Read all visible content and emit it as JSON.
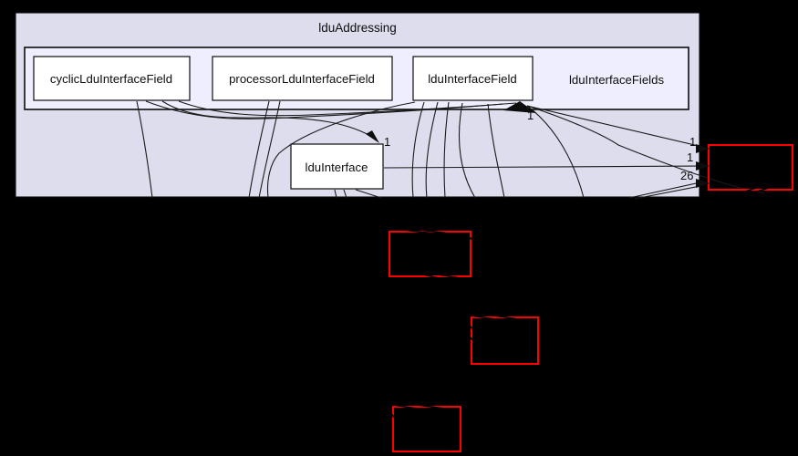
{
  "graph": {
    "outer_cluster": {
      "label": "lduAddressing"
    },
    "inner_cluster": {
      "label": "lduInterfaceFields"
    },
    "nodes": {
      "cyclic": {
        "label": "cyclicLduInterfaceField"
      },
      "processor": {
        "label": "processorLduInterfaceField"
      },
      "ldu_interface_field": {
        "label": "lduInterfaceField"
      },
      "ldu_interface": {
        "label": "lduInterface"
      }
    },
    "edge_labels": {
      "into_ldu_interface": "1",
      "into_ldu_interface_field": "1",
      "right_top": "1",
      "right_middle": "1",
      "right_bottom": "26"
    },
    "colors": {
      "background": "#000000",
      "outer_cluster_fill": "#ddddee",
      "inner_cluster_fill": "#eeeeff",
      "node_fill": "#ffffff",
      "node_border": "#0d0d0d",
      "external_node_border": "#ff0000",
      "edge": "#1a1a1a",
      "text": "#0d0d0d"
    }
  }
}
